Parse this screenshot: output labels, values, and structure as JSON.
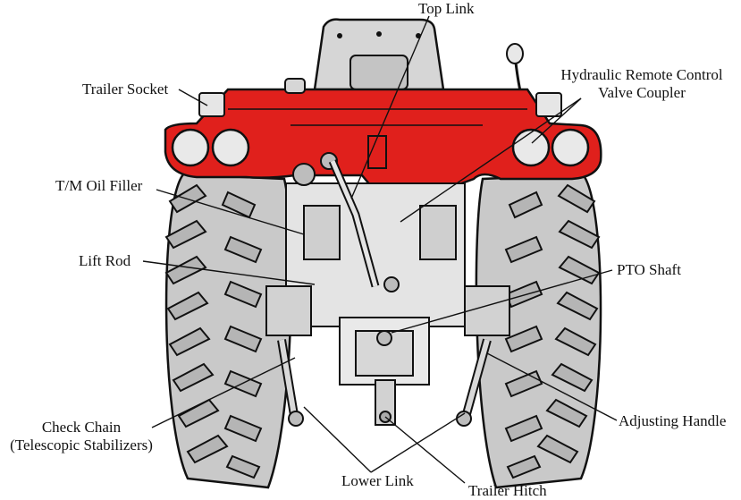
{
  "colors": {
    "body_red": "#e0201c",
    "tire_gray": "#c9c9c9",
    "metal_gray": "#d6d6d6",
    "outline": "#111111",
    "background": "#ffffff"
  },
  "labels": {
    "top_link": "Top Link",
    "trailer_socket": "Trailer Socket",
    "hydraulic_line1": "Hydraulic Remote Control",
    "hydraulic_line2": "Valve Coupler",
    "tm_oil_filler": "T/M Oil Filler",
    "lift_rod": "Lift Rod",
    "pto_shaft": "PTO Shaft",
    "check_chain_line1": "Check Chain",
    "check_chain_line2": "(Telescopic Stabilizers)",
    "adjusting_handle": "Adjusting Handle",
    "lower_link": "Lower Link",
    "trailer_hitch": "Trailer Hitch"
  }
}
